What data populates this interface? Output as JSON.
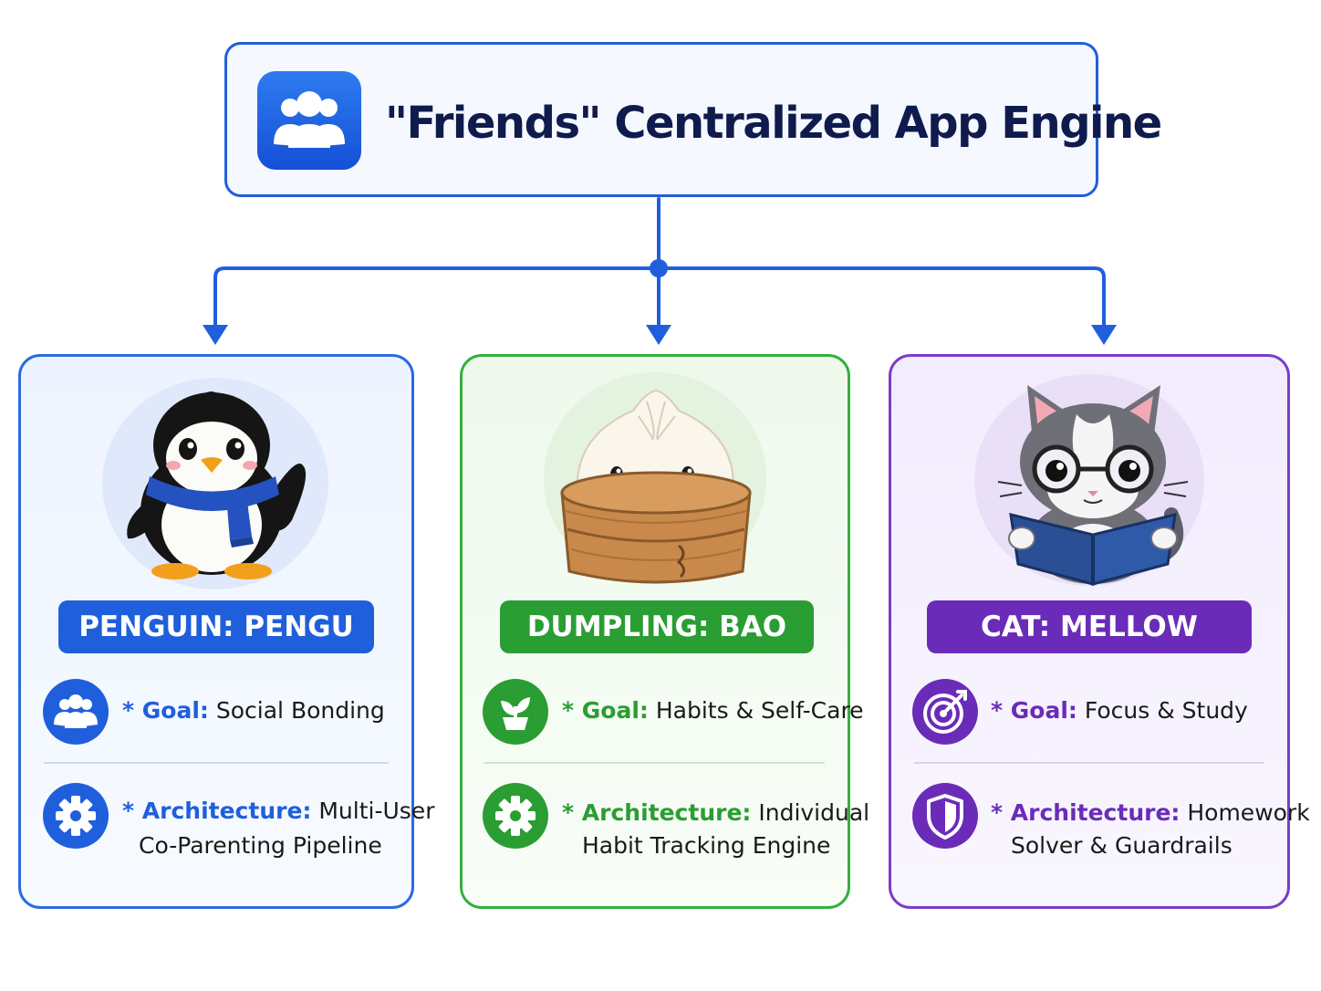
{
  "header": {
    "title": "\"Friends\" Centralized App Engine",
    "icon": "users-icon"
  },
  "colors": {
    "blue": "#1f5fdc",
    "green": "#2a9d33",
    "purple": "#6a2cb8",
    "connector": "#1f5fdc"
  },
  "cards": [
    {
      "id": "pengu",
      "avatar": "penguin-icon",
      "label": "PENGUIN: PENGU",
      "goal_prefix": "* Goal:",
      "goal_text": "Social Bonding",
      "goal_icon": "users-icon",
      "arch_prefix": "* Architecture:",
      "arch_text_1": "Multi-User",
      "arch_text_2": "Co-Parenting Pipeline",
      "arch_icon": "gear-icon"
    },
    {
      "id": "bao",
      "avatar": "dumpling-icon",
      "label": "DUMPLING: BAO",
      "goal_prefix": "* Goal:",
      "goal_text": "Habits & Self-Care",
      "goal_icon": "plant-icon",
      "arch_prefix": "* Architecture:",
      "arch_text_1": "Individual",
      "arch_text_2": "Habit Tracking Engine",
      "arch_icon": "gear-icon"
    },
    {
      "id": "mellow",
      "avatar": "cat-icon",
      "label": "CAT: MELLOW",
      "goal_prefix": "* Goal:",
      "goal_text": "Focus & Study",
      "goal_icon": "target-icon",
      "arch_prefix": "* Architecture:",
      "arch_text_1": "Homework",
      "arch_text_2": "Solver & Guardrails",
      "arch_icon": "shield-icon"
    }
  ]
}
